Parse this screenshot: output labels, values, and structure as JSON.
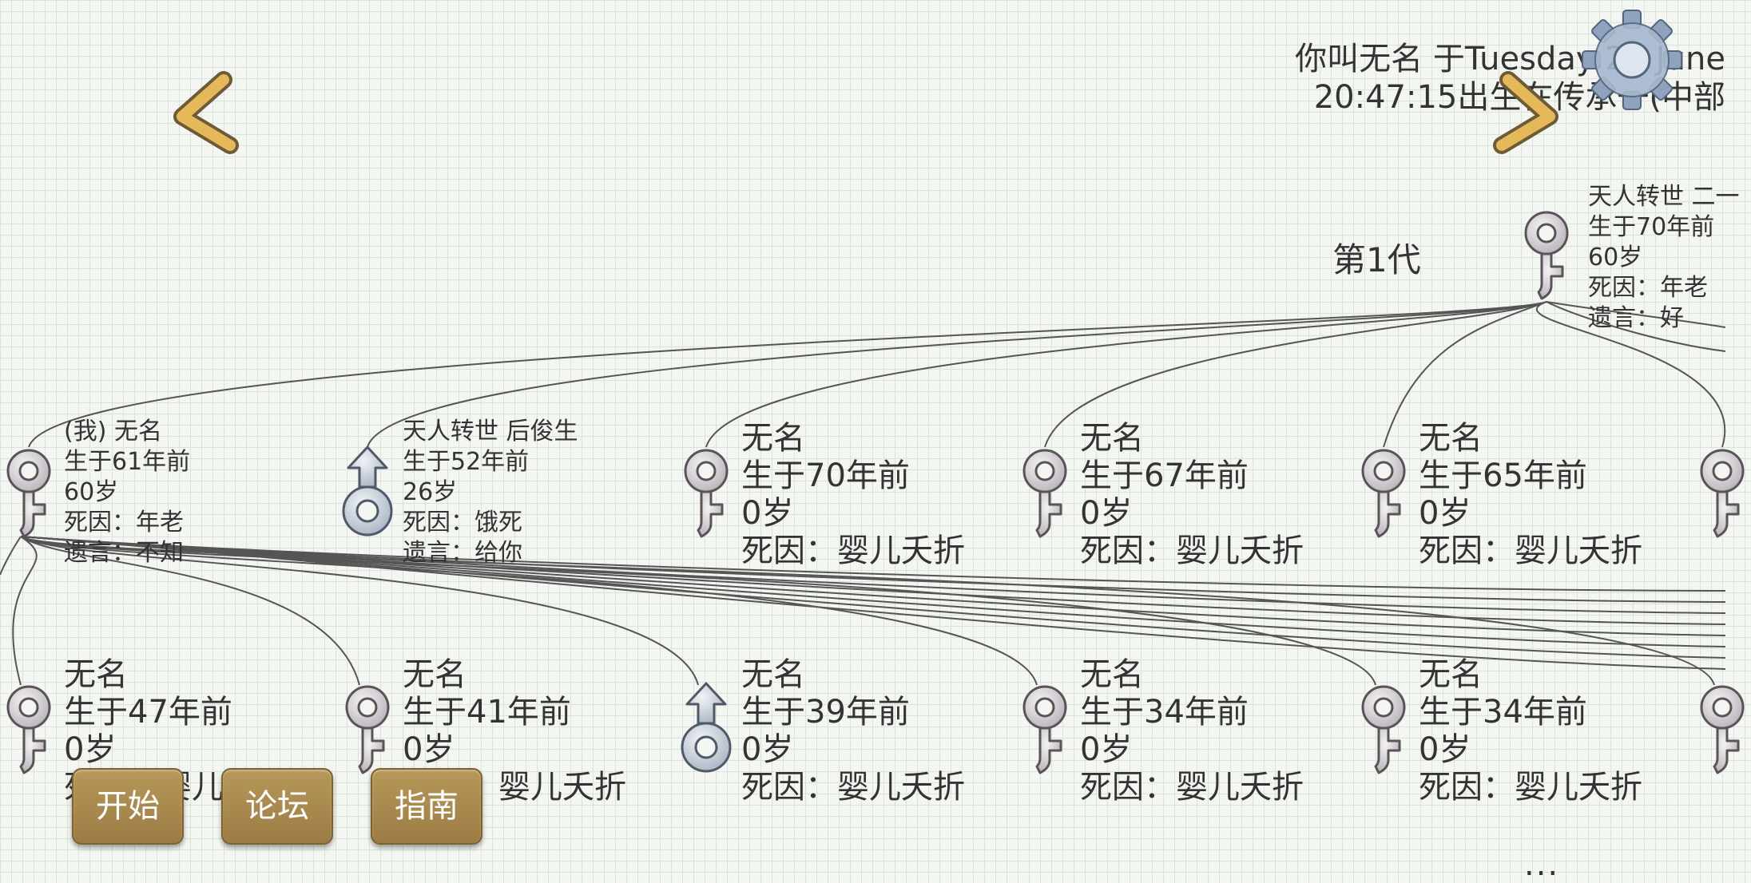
{
  "header": {
    "line1": "你叫无名 于Tuesday 22 June",
    "line2": "20:47:15出生在传承一(中部"
  },
  "generation_label": "第1代",
  "root_person": {
    "sex": "female",
    "lines": [
      "天人转世 二一",
      "生于70年前",
      "60岁",
      "死因：年老",
      "遗言：好"
    ]
  },
  "row1": [
    {
      "sex": "female",
      "lines": [
        "(我) 无名",
        "生于61年前",
        "60岁",
        "死因：年老",
        "遗言：不知"
      ]
    },
    {
      "sex": "male",
      "lines": [
        "天人转世 后俊生",
        "生于52年前",
        "26岁",
        "死因：饿死",
        "遗言：给你"
      ]
    },
    {
      "sex": "female",
      "lines": [
        "无名",
        "生于70年前",
        "0岁",
        "死因：婴儿夭折"
      ]
    },
    {
      "sex": "female",
      "lines": [
        "无名",
        "生于67年前",
        "0岁",
        "死因：婴儿夭折"
      ]
    },
    {
      "sex": "female",
      "lines": [
        "无名",
        "生于65年前",
        "0岁",
        "死因：婴儿夭折"
      ]
    },
    {
      "sex": "female",
      "lines": []
    }
  ],
  "row2": [
    {
      "sex": "female",
      "lines": [
        "无名",
        "生于47年前",
        "0岁",
        "死因：婴儿夭折"
      ]
    },
    {
      "sex": "female",
      "lines": [
        "无名",
        "生于41年前",
        "0岁",
        "死因：婴儿夭折"
      ]
    },
    {
      "sex": "male",
      "lines": [
        "无名",
        "生于39年前",
        "0岁",
        "死因：婴儿夭折"
      ]
    },
    {
      "sex": "female",
      "lines": [
        "无名",
        "生于34年前",
        "0岁",
        "死因：婴儿夭折"
      ]
    },
    {
      "sex": "female",
      "lines": [
        "无名",
        "生于34年前",
        "0岁",
        "死因：婴儿夭折"
      ]
    },
    {
      "sex": "female",
      "lines": []
    }
  ],
  "menu": {
    "start": "开始",
    "forum": "论坛",
    "guide": "指南"
  },
  "more_indicator": "...",
  "colors": {
    "button_bg": "#a98a4f",
    "arrow": "#e5b95a",
    "grid": "#d9e3dc"
  }
}
